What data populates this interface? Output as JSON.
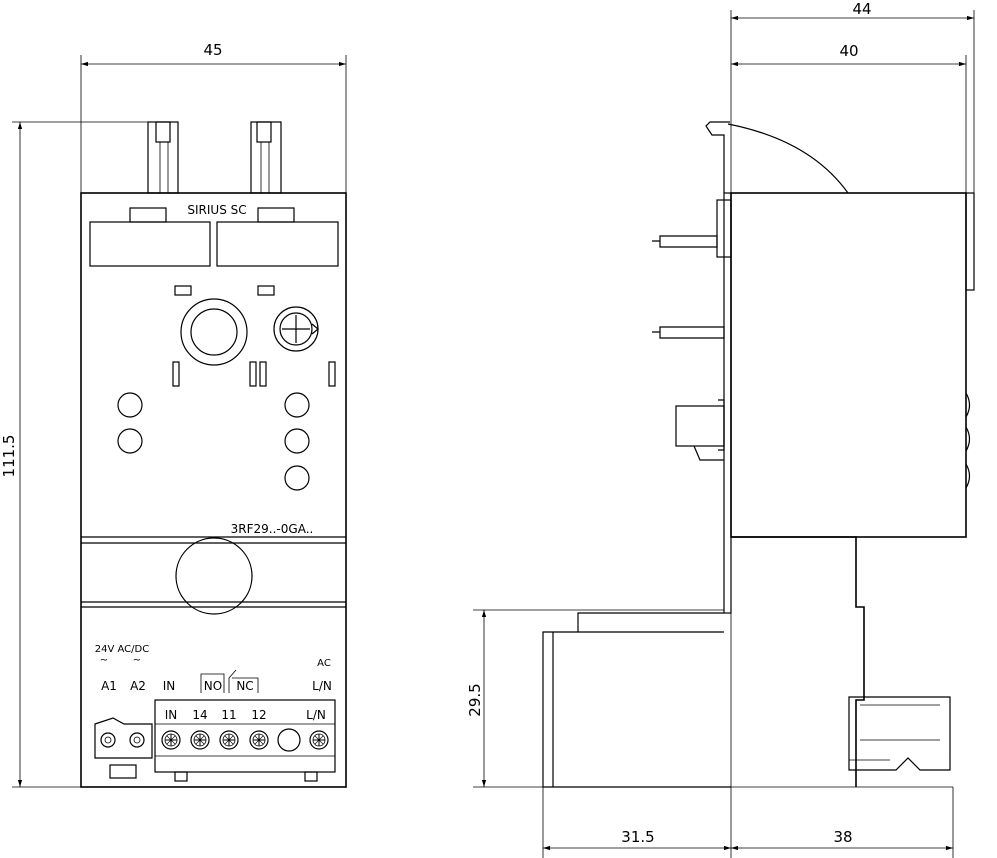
{
  "dimensions": {
    "front_width": "45",
    "front_height": "111.5",
    "side_depth_total": "44",
    "side_depth_body": "40",
    "terminal_height": "29.5",
    "base_left": "31.5",
    "base_right": "38"
  },
  "front_labels": {
    "brand": "SIRIUS SC",
    "model": "3RF29..-0GA..",
    "supply": "24V AC/DC",
    "supply_tilde": "~",
    "ac": "AC",
    "a1": "A1",
    "a2": "A2",
    "in": "IN",
    "no": "NO",
    "nc": "NC",
    "ln": "L/N",
    "term_in": "IN",
    "term_14": "14",
    "term_11": "11",
    "term_12": "12",
    "term_ln": "L/N"
  }
}
